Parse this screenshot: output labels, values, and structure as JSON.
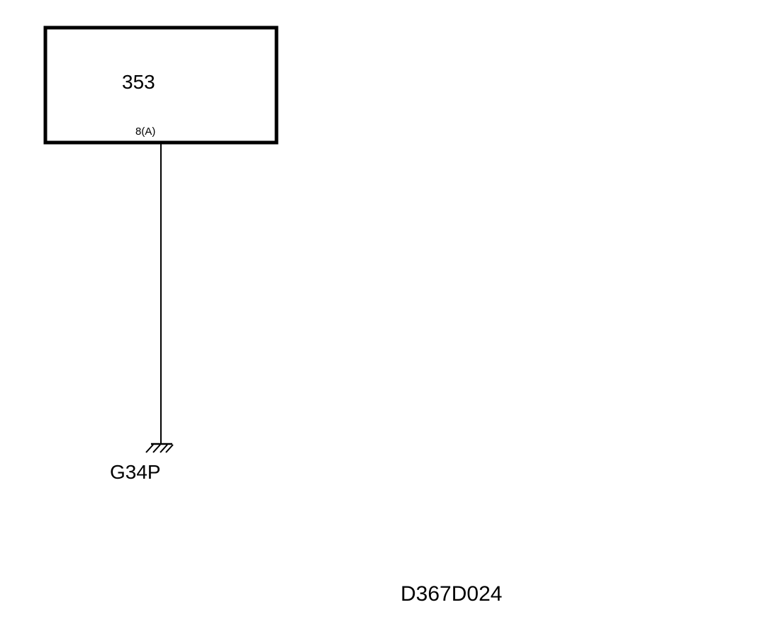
{
  "diagram": {
    "component": {
      "label": "353",
      "pin_label": "8(A)"
    },
    "ground": {
      "label": "G34P"
    },
    "diagram_id": "D367D024",
    "colors": {
      "line": "#000000",
      "background": "#ffffff"
    }
  }
}
